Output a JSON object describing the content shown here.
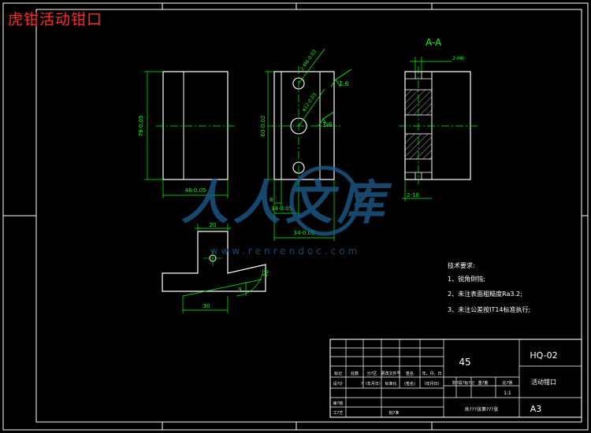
{
  "page_title": "虎钳活动钳口",
  "section_label": "A-A",
  "dims": {
    "front_height": "78-0.05",
    "front_width": "46-0.05",
    "mid_height": "60-0.02",
    "mid_hole_top": "2-M8-0.03",
    "mid_hole_center": "φ12-0.03",
    "mid_bottom_small": "8",
    "mid_bottom_a": "14-0.05",
    "mid_bottom_b": "34-0.05",
    "rough_a": "1.6",
    "rough_b": "1.6",
    "sec_top": "2-M6",
    "sec_bottom": "2-10",
    "lower_top": "20",
    "lower_bottom": "30",
    "lower_side": "9",
    "lower_angle": "10"
  },
  "watermark": {
    "text": "人人文库",
    "url": "www.renrendoc.com"
  },
  "notes": {
    "title": "技术要求:",
    "items": [
      "1、锐角倒钝;",
      "2、未注表面粗糙度Ra3.2;",
      "3、未注公差按IT14标准执行;"
    ]
  },
  "title_block": {
    "material": "45",
    "drawing_no": "HQ-02",
    "part_name": "活动钳口",
    "format": "A3",
    "scale": "1:1",
    "col_labels": [
      "标记",
      "处数",
      "分?区",
      "更改文件号",
      "签名",
      "年、月、日"
    ],
    "row_labels": [
      "设?计",
      "?（年月日）",
      "标准化",
      "(签名)",
      "（年月日）"
    ],
    "review_labels": [
      "审?核",
      "工?艺"
    ],
    "approve_label": "批?准",
    "stage_labels": [
      "阶?段?标?记",
      "重?量",
      "比?例"
    ],
    "sheet_label": "共???张第???张"
  },
  "colors": {
    "background": "#000000",
    "line": "#ffffff",
    "dimension": "#00ff00",
    "title_red": "#ff2a2a",
    "watermark": "#1e5f92"
  }
}
